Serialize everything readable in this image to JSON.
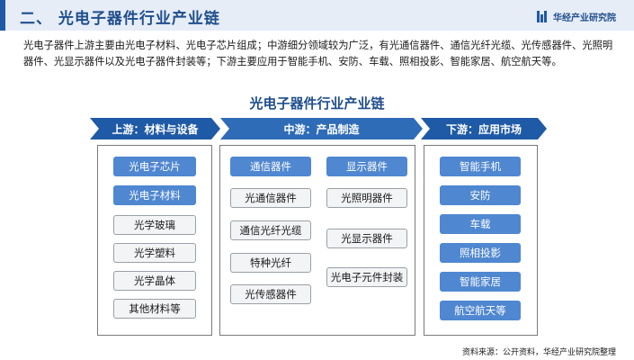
{
  "header": {
    "title": "二、 光电子器件行业产业链",
    "brand": "华经产业研究院"
  },
  "intro": "光电子器件上游主要由光电子材料、光电子芯片组成；中游细分领域较为广泛，有光通信器件、通信光纤光缆、光传感器件、光照明器件、光显示器件以及光电子器件封装等；下游主要应用于智能手机、安防、车载、照相投影、智能家居、航空航天等。",
  "chain": {
    "title": "光电子器件行业产业链",
    "upstream": {
      "label": "上游：材料与设备",
      "items": [
        "光电子芯片",
        "光电子材料",
        "光学玻璃",
        "光学塑料",
        "光学晶体",
        "其他材料等"
      ]
    },
    "midstream": {
      "label": "中游：产品制造",
      "left_items": [
        "通信器件",
        "光通信器件",
        "通信光纤光缆",
        "特种光纤",
        "光传感器件"
      ],
      "right_items": [
        "显示器件",
        "光照明器件",
        "光显示器件",
        "光电子元件封装"
      ]
    },
    "downstream": {
      "label": "下游：应用市场",
      "items": [
        "智能手机",
        "安防",
        "车载",
        "照相投影",
        "智能家居",
        "航空航天等"
      ]
    }
  },
  "footer": "资料来源：公开资料，华经产业研究院整理",
  "colors": {
    "stage_dark": "#1f5aa6",
    "stage_mid": "#2f6cb8",
    "item_fill": "#4f87d0",
    "item_outline_bg": "#f3f4f6"
  }
}
